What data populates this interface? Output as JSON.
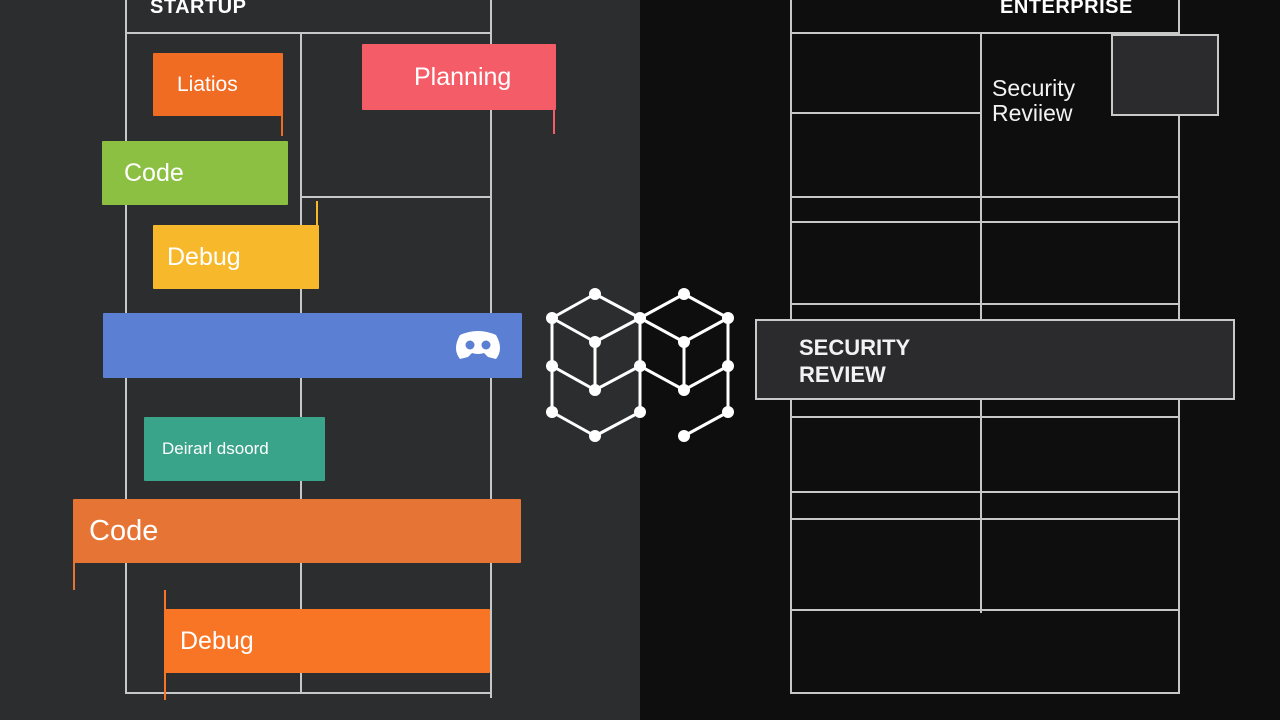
{
  "colors": {
    "left_background": "#2c2d2f",
    "right_background": "#0e0e0f",
    "grid": "#c7c7c7",
    "text": "#ffffff",
    "bar_orange": "#f06c23",
    "bar_red": "#f45d68",
    "bar_green": "#8cc043",
    "bar_yellow": "#f7b92b",
    "bar_blue": "#5b7fd2",
    "bar_teal": "#3aa48a",
    "bar_orange_light": "#e67535",
    "bar_orange_bright": "#f97526"
  },
  "left": {
    "heading": "STARTUP",
    "tasks": [
      {
        "label": "Liatios",
        "color": "#f06c23"
      },
      {
        "label": "Planning",
        "color": "#f45d68"
      },
      {
        "label": "Code",
        "color": "#8cc043"
      },
      {
        "label": "Debug",
        "color": "#f7b92b"
      },
      {
        "label": "",
        "color": "#5b7fd2",
        "icon": "discord-controller-icon"
      },
      {
        "label": "Deirarl dsoord",
        "color": "#3aa48a"
      },
      {
        "label": "Code",
        "color": "#e67535"
      },
      {
        "label": "Debug",
        "color": "#f97526"
      }
    ]
  },
  "right": {
    "heading": "ENTERPRISE",
    "top_label": "Security\nReviiew",
    "highlight_label": "SECURITY\nREVIEW"
  },
  "center": {
    "icon": "network-graph-icon"
  }
}
